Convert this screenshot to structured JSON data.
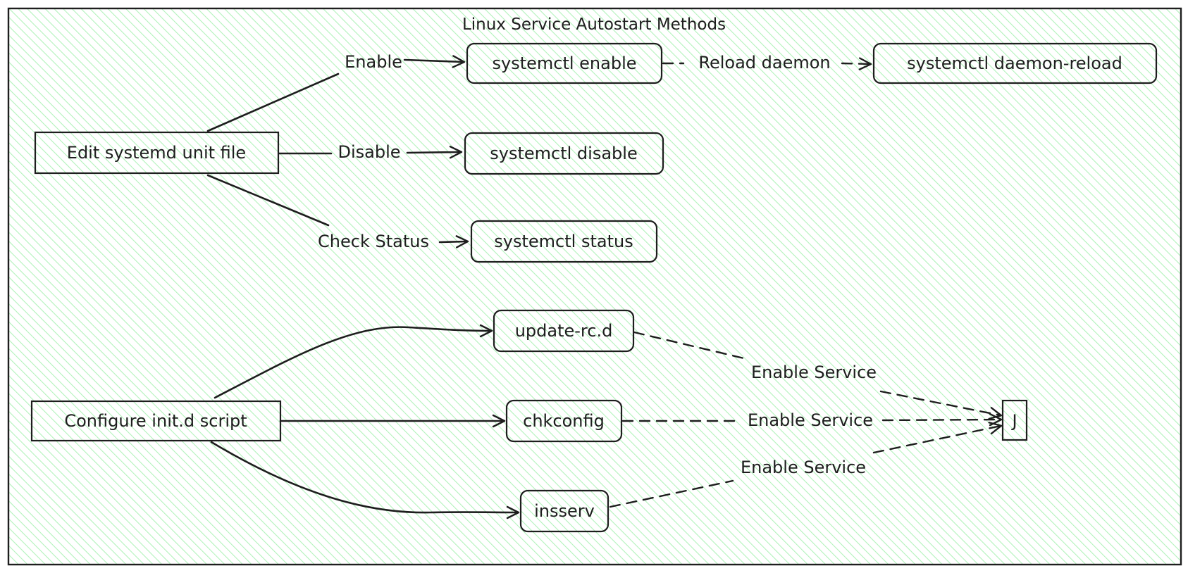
{
  "title": "Linux Service Autostart Methods",
  "colors": {
    "stroke": "#1e1e1e",
    "hatch": "#b2f2bb",
    "background": "#ffffff"
  },
  "nodes": {
    "edit_systemd": "Edit systemd unit file",
    "systemctl_enable": "systemctl enable",
    "systemctl_disable": "systemctl disable",
    "systemctl_status": "systemctl status",
    "daemon_reload": "systemctl daemon-reload",
    "configure_initd": "Configure init.d script",
    "update_rcd": "update-rc.d",
    "chkconfig": "chkconfig",
    "insserv": "insserv",
    "j": "J"
  },
  "edges": {
    "enable": "Enable",
    "disable": "Disable",
    "check_status": "Check Status",
    "reload_daemon": "Reload daemon",
    "enable_service_1": "Enable Service",
    "enable_service_2": "Enable Service",
    "enable_service_3": "Enable Service"
  }
}
